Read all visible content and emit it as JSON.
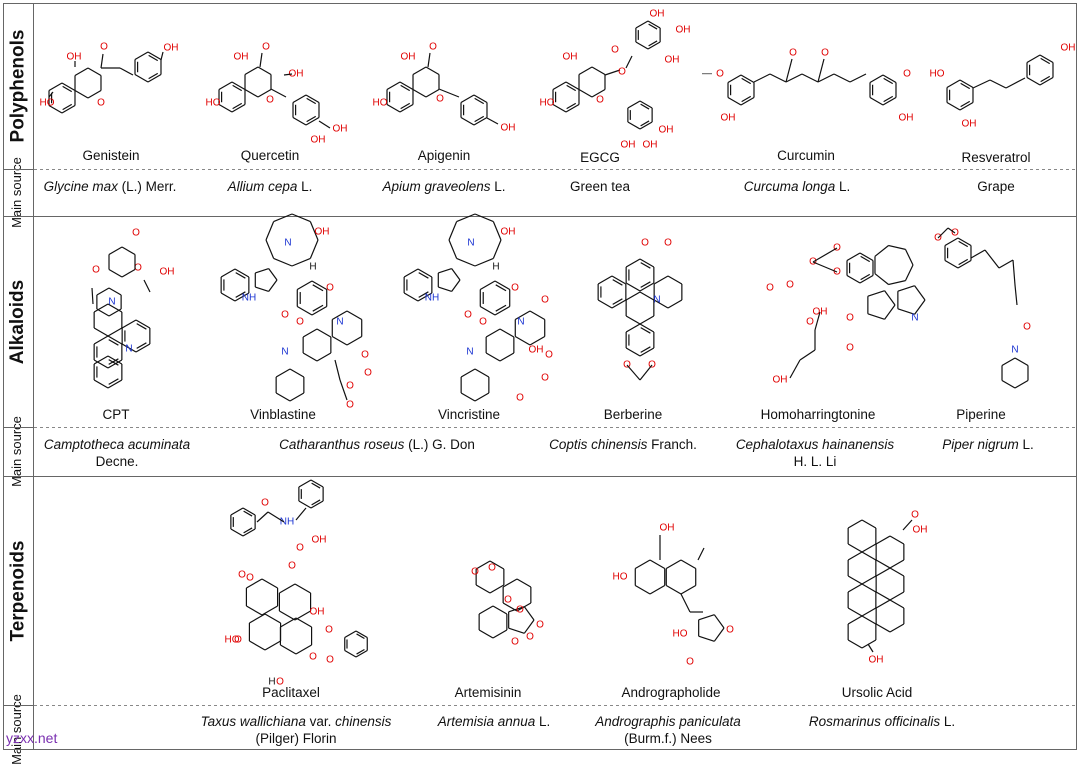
{
  "sections": [
    {
      "label": "Polyphenols",
      "source_label": "Main source",
      "compounds": [
        {
          "name": "Genistein",
          "source_italic": "Glycine max",
          "source_rest": " (L.) Merr."
        },
        {
          "name": "Quercetin",
          "source_italic": "Allium cepa",
          "source_rest": " L."
        },
        {
          "name": "Apigenin",
          "source_italic": "Apium graveolens",
          "source_rest": " L."
        },
        {
          "name": "EGCG",
          "source_italic": "",
          "source_rest": "Green tea"
        },
        {
          "name": "Curcumin",
          "source_italic": "Curcuma longa",
          "source_rest": " L."
        },
        {
          "name": "Resveratrol",
          "source_italic": "",
          "source_rest": "Grape"
        }
      ]
    },
    {
      "label": "Alkaloids",
      "source_label": "Main source",
      "compounds": [
        {
          "name": "CPT"
        },
        {
          "name": "Vinblastine"
        },
        {
          "name": "Vincristine"
        },
        {
          "name": "Berberine"
        },
        {
          "name": "Homoharringtonine"
        },
        {
          "name": "Piperine"
        }
      ],
      "sources": [
        {
          "italic": "Camptotheca acuminata",
          "rest": "",
          "line2": "Decne."
        },
        {
          "italic": "Catharanthus roseus",
          "rest": " (L.) G. Don",
          "line2": ""
        },
        {
          "italic": "Coptis chinensis",
          "rest": " Franch.",
          "line2": ""
        },
        {
          "italic": "Cephalotaxus hainanensis",
          "rest": "",
          "line2": "H. L. Li"
        },
        {
          "italic": "Piper nigrum",
          "rest": " L.",
          "line2": ""
        }
      ]
    },
    {
      "label": "Terpenoids",
      "source_label": "Main source",
      "compounds": [
        {
          "name": "Paclitaxel"
        },
        {
          "name": "Artemisinin"
        },
        {
          "name": "Andrographolide"
        },
        {
          "name": "Ursolic Acid"
        }
      ],
      "sources": [
        {
          "italic1": "Taxus wallichiana",
          "mid": " var. ",
          "italic2": "chinensis",
          "line2": "(Pilger) Florin"
        },
        {
          "italic1": "Artemisia annua",
          "mid": " L.",
          "italic2": "",
          "line2": ""
        },
        {
          "italic1": "Andrographis paniculata",
          "mid": "",
          "italic2": "",
          "line2": "(Burm.f.) Nees"
        },
        {
          "italic1": "Rosmarinus officinalis",
          "mid": " L.",
          "italic2": "",
          "line2": ""
        }
      ]
    }
  ],
  "atom_labels": {
    "hydroxyl": "OH",
    "oxygen": "O",
    "ho": "HO",
    "nitrogen": "N",
    "hydrogen": "H",
    "nh": "NH"
  },
  "watermark": "yzxx.net",
  "colors": {
    "oxygen": "#e00000",
    "nitrogen": "#1a33d1",
    "bond": "#111111",
    "border": "#666666",
    "watermark": "#7a2fb0"
  }
}
